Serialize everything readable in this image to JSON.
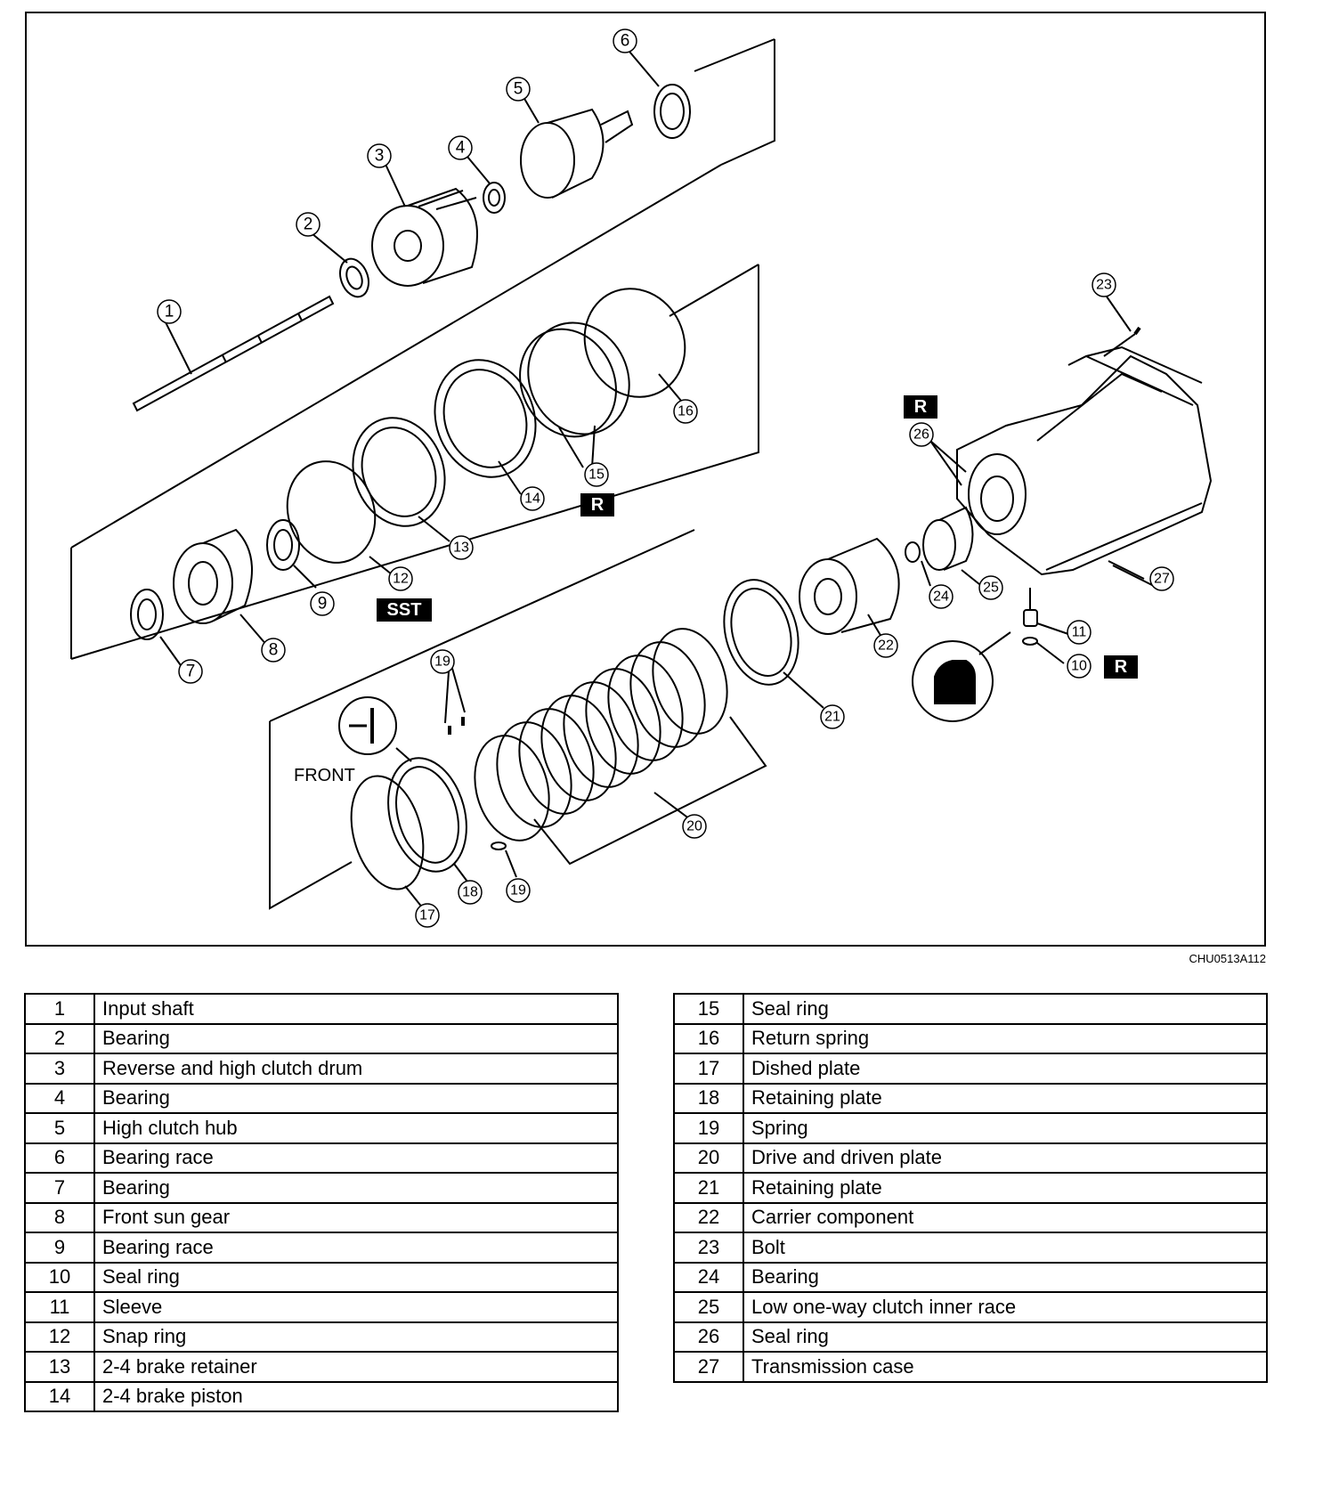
{
  "diagram": {
    "figure_code": "CHU0513A112",
    "front_label": "FRONT",
    "tag_r": "R",
    "tag_sst": "SST",
    "callouts": [
      "1",
      "2",
      "3",
      "4",
      "5",
      "6",
      "7",
      "8",
      "9",
      "10",
      "11",
      "12",
      "13",
      "14",
      "15",
      "16",
      "17",
      "18",
      "19",
      "19",
      "20",
      "21",
      "22",
      "23",
      "24",
      "25",
      "26",
      "27"
    ]
  },
  "parts_left": [
    {
      "no": "1",
      "name": "Input shaft"
    },
    {
      "no": "2",
      "name": "Bearing"
    },
    {
      "no": "3",
      "name": "Reverse and high clutch drum"
    },
    {
      "no": "4",
      "name": "Bearing"
    },
    {
      "no": "5",
      "name": "High clutch hub"
    },
    {
      "no": "6",
      "name": "Bearing race"
    },
    {
      "no": "7",
      "name": "Bearing"
    },
    {
      "no": "8",
      "name": "Front sun gear"
    },
    {
      "no": "9",
      "name": "Bearing race"
    },
    {
      "no": "10",
      "name": "Seal ring"
    },
    {
      "no": "11",
      "name": "Sleeve"
    },
    {
      "no": "12",
      "name": "Snap ring"
    },
    {
      "no": "13",
      "name": "2-4 brake retainer"
    },
    {
      "no": "14",
      "name": "2-4 brake piston"
    }
  ],
  "parts_right": [
    {
      "no": "15",
      "name": "Seal ring"
    },
    {
      "no": "16",
      "name": "Return spring"
    },
    {
      "no": "17",
      "name": "Dished plate"
    },
    {
      "no": "18",
      "name": "Retaining plate"
    },
    {
      "no": "19",
      "name": "Spring"
    },
    {
      "no": "20",
      "name": "Drive and driven plate"
    },
    {
      "no": "21",
      "name": "Retaining plate"
    },
    {
      "no": "22",
      "name": "Carrier component"
    },
    {
      "no": "23",
      "name": "Bolt"
    },
    {
      "no": "24",
      "name": "Bearing"
    },
    {
      "no": "25",
      "name": "Low one-way clutch inner race"
    },
    {
      "no": "26",
      "name": "Seal ring"
    },
    {
      "no": "27",
      "name": "Transmission case"
    }
  ]
}
